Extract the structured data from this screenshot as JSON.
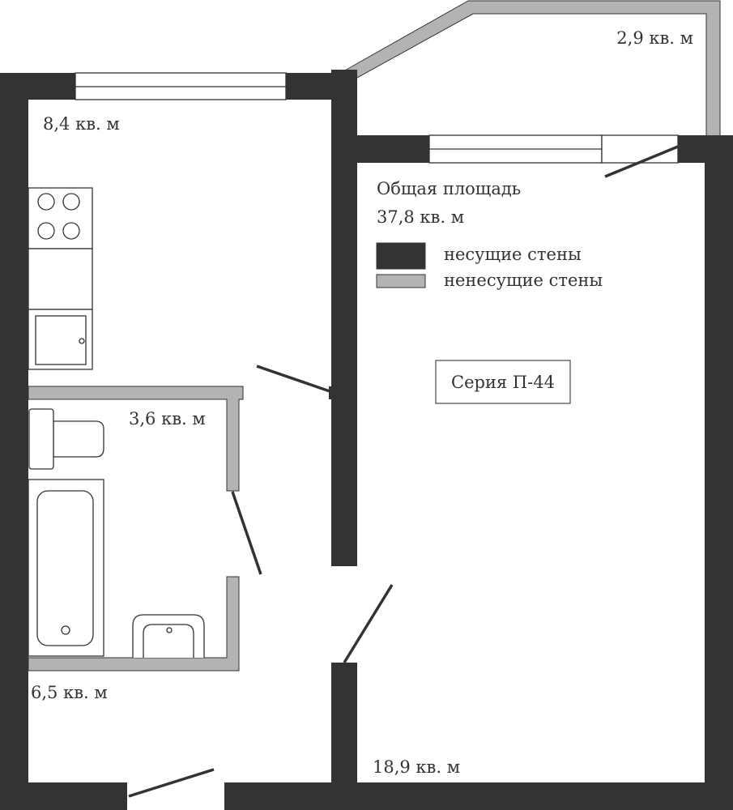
{
  "rooms": {
    "kitchen": "8,4 кв. м",
    "balcony": "2,9 кв. м",
    "bathroom": "3,6 кв. м",
    "hall": "6,5 кв. м",
    "living": "18,9 кв. м"
  },
  "summary": {
    "title": "Общая площадь",
    "total": "37,8 кв. м"
  },
  "legend": {
    "items": [
      {
        "label": "несущие стены",
        "color": "#333333"
      },
      {
        "label": "ненесущие стены",
        "color": "#b3b3b3"
      }
    ]
  },
  "series_label": "Серия П-44"
}
